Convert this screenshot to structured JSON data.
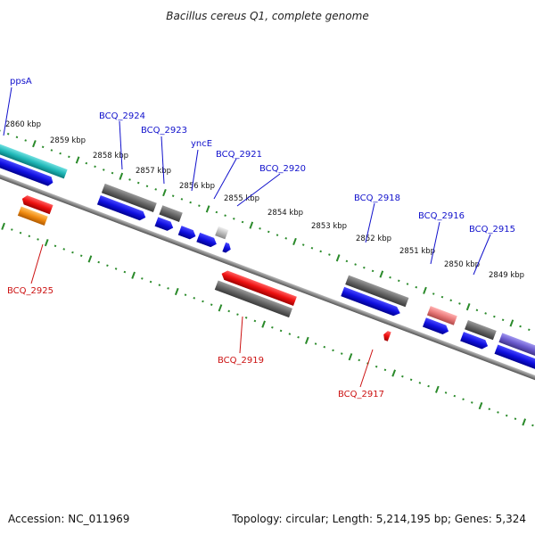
{
  "title": "Bacillus cereus Q1, complete genome",
  "footer": {
    "accession": "Accession: NC_011969",
    "summary": "Topology: circular; Length: 5,214,195 bp; Genes: 5,324"
  },
  "kbp_labels": [
    "2860 kbp",
    "2859 kbp",
    "2858 kbp",
    "2857 kbp",
    "2856 kbp",
    "2855 kbp",
    "2854 kbp",
    "2853 kbp",
    "2852 kbp",
    "2851 kbp",
    "2850 kbp",
    "2849 kbp"
  ],
  "gene_labels": {
    "ppsA": "ppsA",
    "bcq2924": "BCQ_2924",
    "bcq2923": "BCQ_2923",
    "yncE": "yncE",
    "bcq2921": "BCQ_2921",
    "bcq2920": "BCQ_2920",
    "bcq2918": "BCQ_2918",
    "bcq2916": "BCQ_2916",
    "bcq2915": "BCQ_2915",
    "bcq2925": "BCQ_2925",
    "bcq2919": "BCQ_2919",
    "bcq2917": "BCQ_2917"
  },
  "colors": {
    "backbone": "#888888",
    "blue_feature": "#1010e0",
    "gray_feature": "#666666",
    "red_feature": "#ee1111",
    "orange_feature": "#f08a10",
    "teal_feature": "#20b8b8",
    "purple_feature": "#6a5acd",
    "pink_feature": "#e87878",
    "light_gray_feature": "#bbbbbb",
    "tick_green": "#2a8a2a",
    "leader_blue": "#1111cc",
    "leader_red": "#cc1111"
  }
}
